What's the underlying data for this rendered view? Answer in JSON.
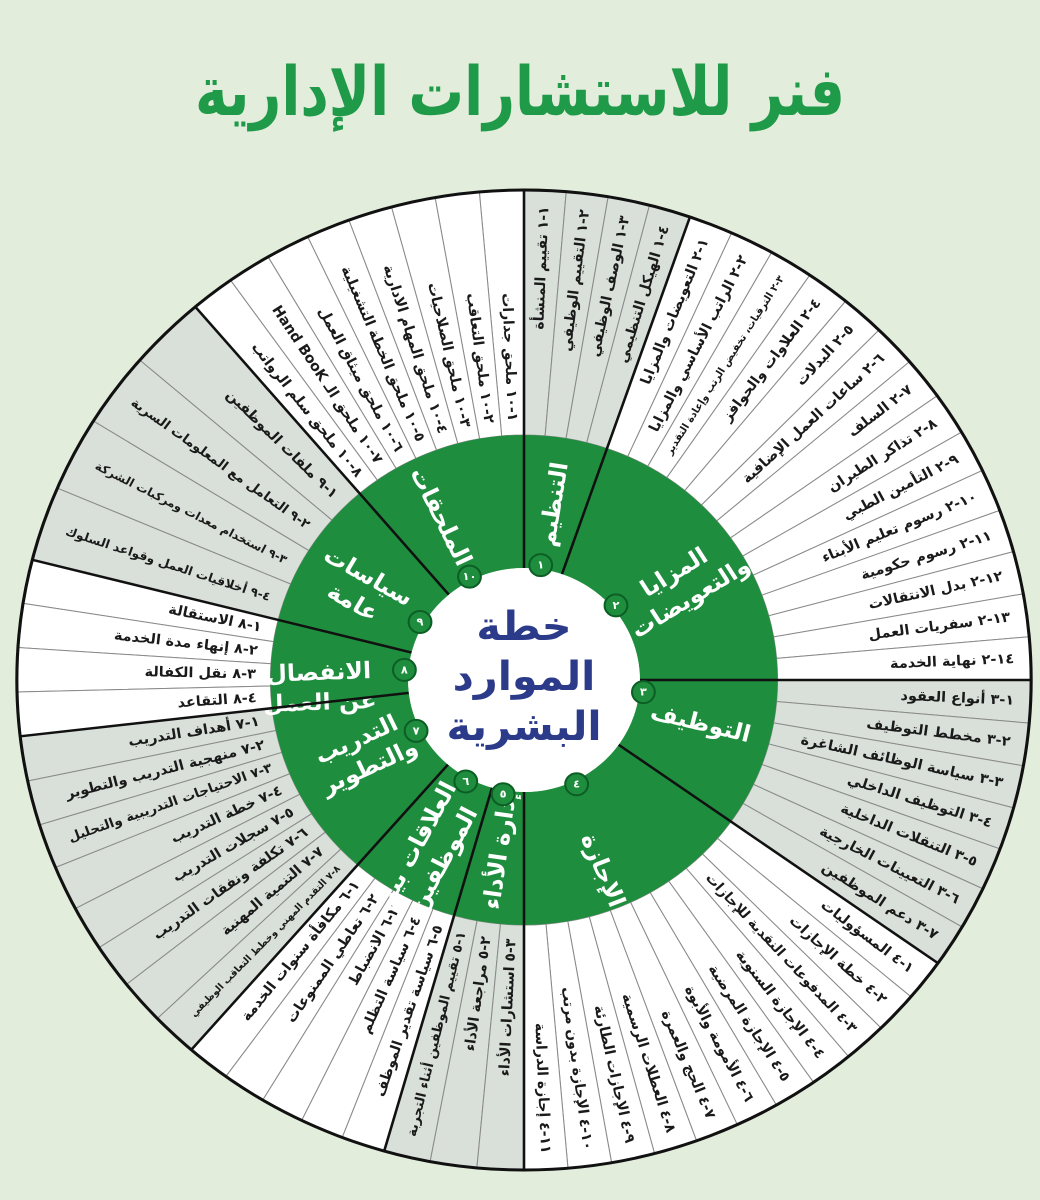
{
  "title": "فنر للاستشارات الإدارية",
  "center": {
    "lines": [
      "خطة",
      "الموارد",
      "البشرية"
    ]
  },
  "colors": {
    "background": "#e2eddc",
    "title_green": "#1f9a48",
    "ring_green": "#1e8e3e",
    "shaded_wedge": "#d8e0d9",
    "plain_wedge": "#ffffff",
    "center_navy": "#2c3a8a",
    "divider": "#111111",
    "item_line": "#8a8a8a"
  },
  "diagram": {
    "categories": [
      {
        "number": "١",
        "label_lines": [
          "التنظيم"
        ],
        "shaded": true,
        "items": [
          "١-١ تقييم المنشأة",
          "٢-١ التقييم الوظيفي",
          "٣-١ الوصف الوظيفي",
          "٤-١ الهيكل التنظيمي"
        ]
      },
      {
        "number": "٢",
        "label_lines": [
          "المزايا",
          "والتعويضات"
        ],
        "shaded": false,
        "items": [
          "١-٢ التعويضات والمزايا",
          "٢-٢ الراتب الأساسي والمزايا",
          "٣-٢ الترقيات، تخفيض الرتب وإعادة التقدير",
          "٤-٢ العلاوات والحوافز",
          "٥-٢ البدلات",
          "٦-٢ ساعات العمل الإضافية",
          "٧-٢ السلف",
          "٨-٢ تذاكر الطيران",
          "٩-٢ التأمين الطبي",
          "١٠-٢ رسوم تعليم الأبناء",
          "١١-٢ رسوم حكومية",
          "١٢-٢ بدل الانتقالات",
          "١٣-٢ سفريات العمل",
          "١٤-٢ نهاية الخدمة"
        ]
      },
      {
        "number": "٣",
        "label_lines": [
          "التوظيف"
        ],
        "shaded": true,
        "items": [
          "١-٣ أنواع العقود",
          "٢-٣ مخطط التوظيف",
          "٣-٣ سياسة الوظائف الشاغرة",
          "٤-٣ التوظيف الداخلي",
          "٥-٣ التنقلات الداخلية",
          "٦-٣ التعيينات الخارجية",
          "٧-٣ دعم الموظفين"
        ]
      },
      {
        "number": "٤",
        "label_lines": [
          "الإجازة"
        ],
        "shaded": false,
        "items": [
          "١-٤ المسؤوليات",
          "٢-٤ خطة الإجازات",
          "٣-٤ المدفوعات النقدية للإجازات",
          "٤-٤ الإجازة السنوية",
          "٥-٤ الإجازة المرضية",
          "٦-٤ الأمومة والأبوة",
          "٧-٤ الحج والعمرة",
          "٨-٤ العطلات الرسمية",
          "٩-٤ الإجازات الطارئة",
          "١٠-٤ الإجازة بدون مرتب",
          "١١-٤ إجازة الدراسة"
        ]
      },
      {
        "number": "٥",
        "label_lines": [
          "إدارة الأداء"
        ],
        "shaded": true,
        "items": [
          "١-٥ تقييم الموظفين أثناء التجربة",
          "٢-٥ مراجعة الأداء",
          "٣-٥ استشارات الأداء"
        ]
      },
      {
        "number": "٦",
        "label_lines": [
          "العلاقات بين",
          "الموظفين"
        ],
        "shaded": false,
        "items": [
          "١-٦ مكافأة سنوات الخدمة",
          "٢-٦ تعاطي الممنوعات",
          "٣-٦ الانضباط",
          "٤-٦ سياسة التظلم",
          "٥-٦ سياسة تقدير الموظف"
        ]
      },
      {
        "number": "٧",
        "label_lines": [
          "التدريب",
          "والتطوير"
        ],
        "shaded": true,
        "items": [
          "١-٧ أهداف التدريب",
          "٢-٧ منهجية التدريب والتطوير",
          "٣-٧ الاحتياجات التدريبية والتحليل",
          "٤-٧ خطة التدريب",
          "٥-٧ سجلات التدريب",
          "٦-٧ تكلفة ونفقات التدريب",
          "٧-٧ التنمية المهنية",
          "٨-٧ التقدم المهني وخطط التعاقب الوظيفي"
        ]
      },
      {
        "number": "٨",
        "label_lines": [
          "الانفصال",
          "عن العمل"
        ],
        "shaded": false,
        "items": [
          "١-٨ الاستقالة",
          "٢-٨ إنهاء مدة الخدمة",
          "٣-٨ نقل الكفالة",
          "٤-٨ التقاعد"
        ]
      },
      {
        "number": "٩",
        "label_lines": [
          "سياسات",
          "عامة"
        ],
        "shaded": true,
        "items": [
          "١-٩ ملفات الموظفين",
          "٢-٩ التعامل مع المعلومات السرية",
          "٣-٩ استخدام معدات ومركبات الشركة",
          "٤-٩ أخلاقيات العمل وقواعد السلوك"
        ]
      },
      {
        "number": "١٠",
        "label_lines": [
          "الملحقات"
        ],
        "shaded": false,
        "items": [
          "١-١٠ ملحق جدارات",
          "٢-١٠ ملحق التعاقب",
          "٣-١٠ ملحق الصلاحيات",
          "٤-١٠ ملحق المهام الادارية",
          "٥-١٠ ملحق الخطة التشغيلية",
          "٦-١٠ ملحق ميثاق العمل",
          "٧-١٠ ملحق الـ Hand BooK",
          "٨-١٠ ملحق سلم الرواتب"
        ]
      }
    ]
  }
}
